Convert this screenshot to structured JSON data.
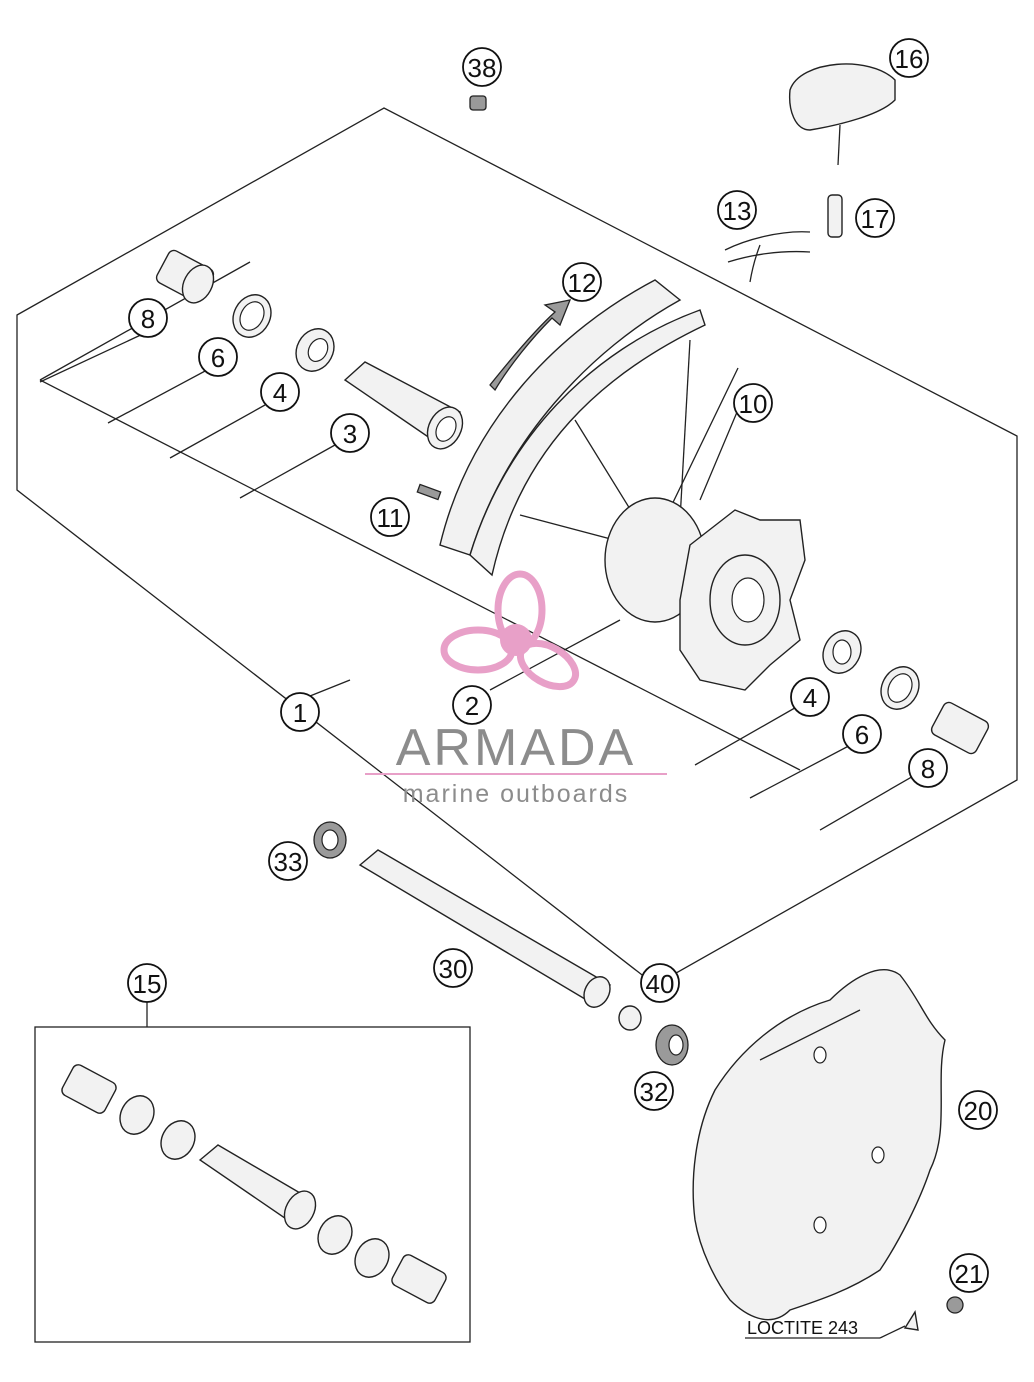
{
  "callouts": [
    "38",
    "16",
    "13",
    "17",
    "12",
    "8",
    "6",
    "4",
    "3",
    "10",
    "11",
    "1",
    "2",
    "4",
    "6",
    "8",
    "33",
    "30",
    "40",
    "15",
    "32",
    "20",
    "21"
  ],
  "note": {
    "loctite": "LOCTITE 243"
  },
  "watermark": {
    "brand": "ARMADA",
    "tagline": "marine outboards",
    "accent_color": "#e8a0c8"
  },
  "colors": {
    "line": "#222222",
    "background": "#ffffff"
  }
}
